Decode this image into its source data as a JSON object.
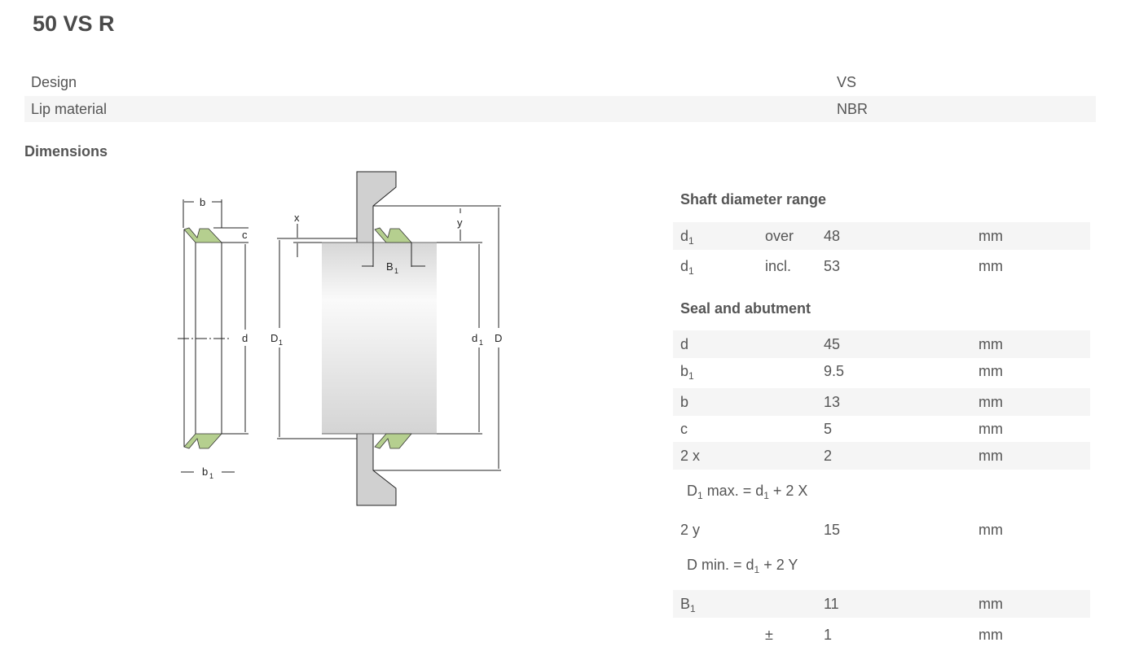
{
  "title": "50 VS R",
  "properties": [
    {
      "label": "Design",
      "value": "VS"
    },
    {
      "label": "Lip material",
      "value": "NBR"
    }
  ],
  "dimensions_heading": "Dimensions",
  "drawing_labels": {
    "b": "b",
    "c": "c",
    "d": "d",
    "b1": "b",
    "b1_sub": "1",
    "x": "x",
    "y": "y",
    "B1": "B",
    "B1_sub": "1",
    "D1": "D",
    "D1_sub": "1",
    "d1": "d",
    "d1_sub": "1",
    "D": "D"
  },
  "shaft": {
    "heading": "Shaft diameter range",
    "rows": [
      {
        "sym": "d",
        "sub": "1",
        "qual": "over",
        "value": "48",
        "unit": "mm"
      },
      {
        "sym": "d",
        "sub": "1",
        "qual": "incl.",
        "value": "53",
        "unit": "mm"
      }
    ]
  },
  "seal": {
    "heading": "Seal and abutment",
    "rows": [
      {
        "sym": "d",
        "sub": "",
        "value": "45",
        "unit": "mm"
      },
      {
        "sym": "b",
        "sub": "1",
        "value": "9.5",
        "unit": "mm"
      },
      {
        "sym": "b",
        "sub": "",
        "value": "13",
        "unit": "mm"
      },
      {
        "sym": "c",
        "sub": "",
        "value": "5",
        "unit": "mm"
      },
      {
        "sym": "2 x",
        "sub": "",
        "value": "2",
        "unit": "mm"
      }
    ],
    "formula1": {
      "a": "D",
      "sub1": "1",
      "b": " max. = d",
      "sub2": "1",
      "c": " + 2 X"
    },
    "row_2y": {
      "sym": "2 y",
      "value": "15",
      "unit": "mm"
    },
    "formula2": {
      "a": "D min. = d",
      "sub": "1",
      "b": " + 2 Y"
    },
    "row_B1": {
      "sym": "B",
      "sub": "1",
      "value": "11",
      "unit": "mm"
    },
    "row_tol": {
      "sym": "±",
      "value": "1",
      "unit": "mm"
    }
  }
}
